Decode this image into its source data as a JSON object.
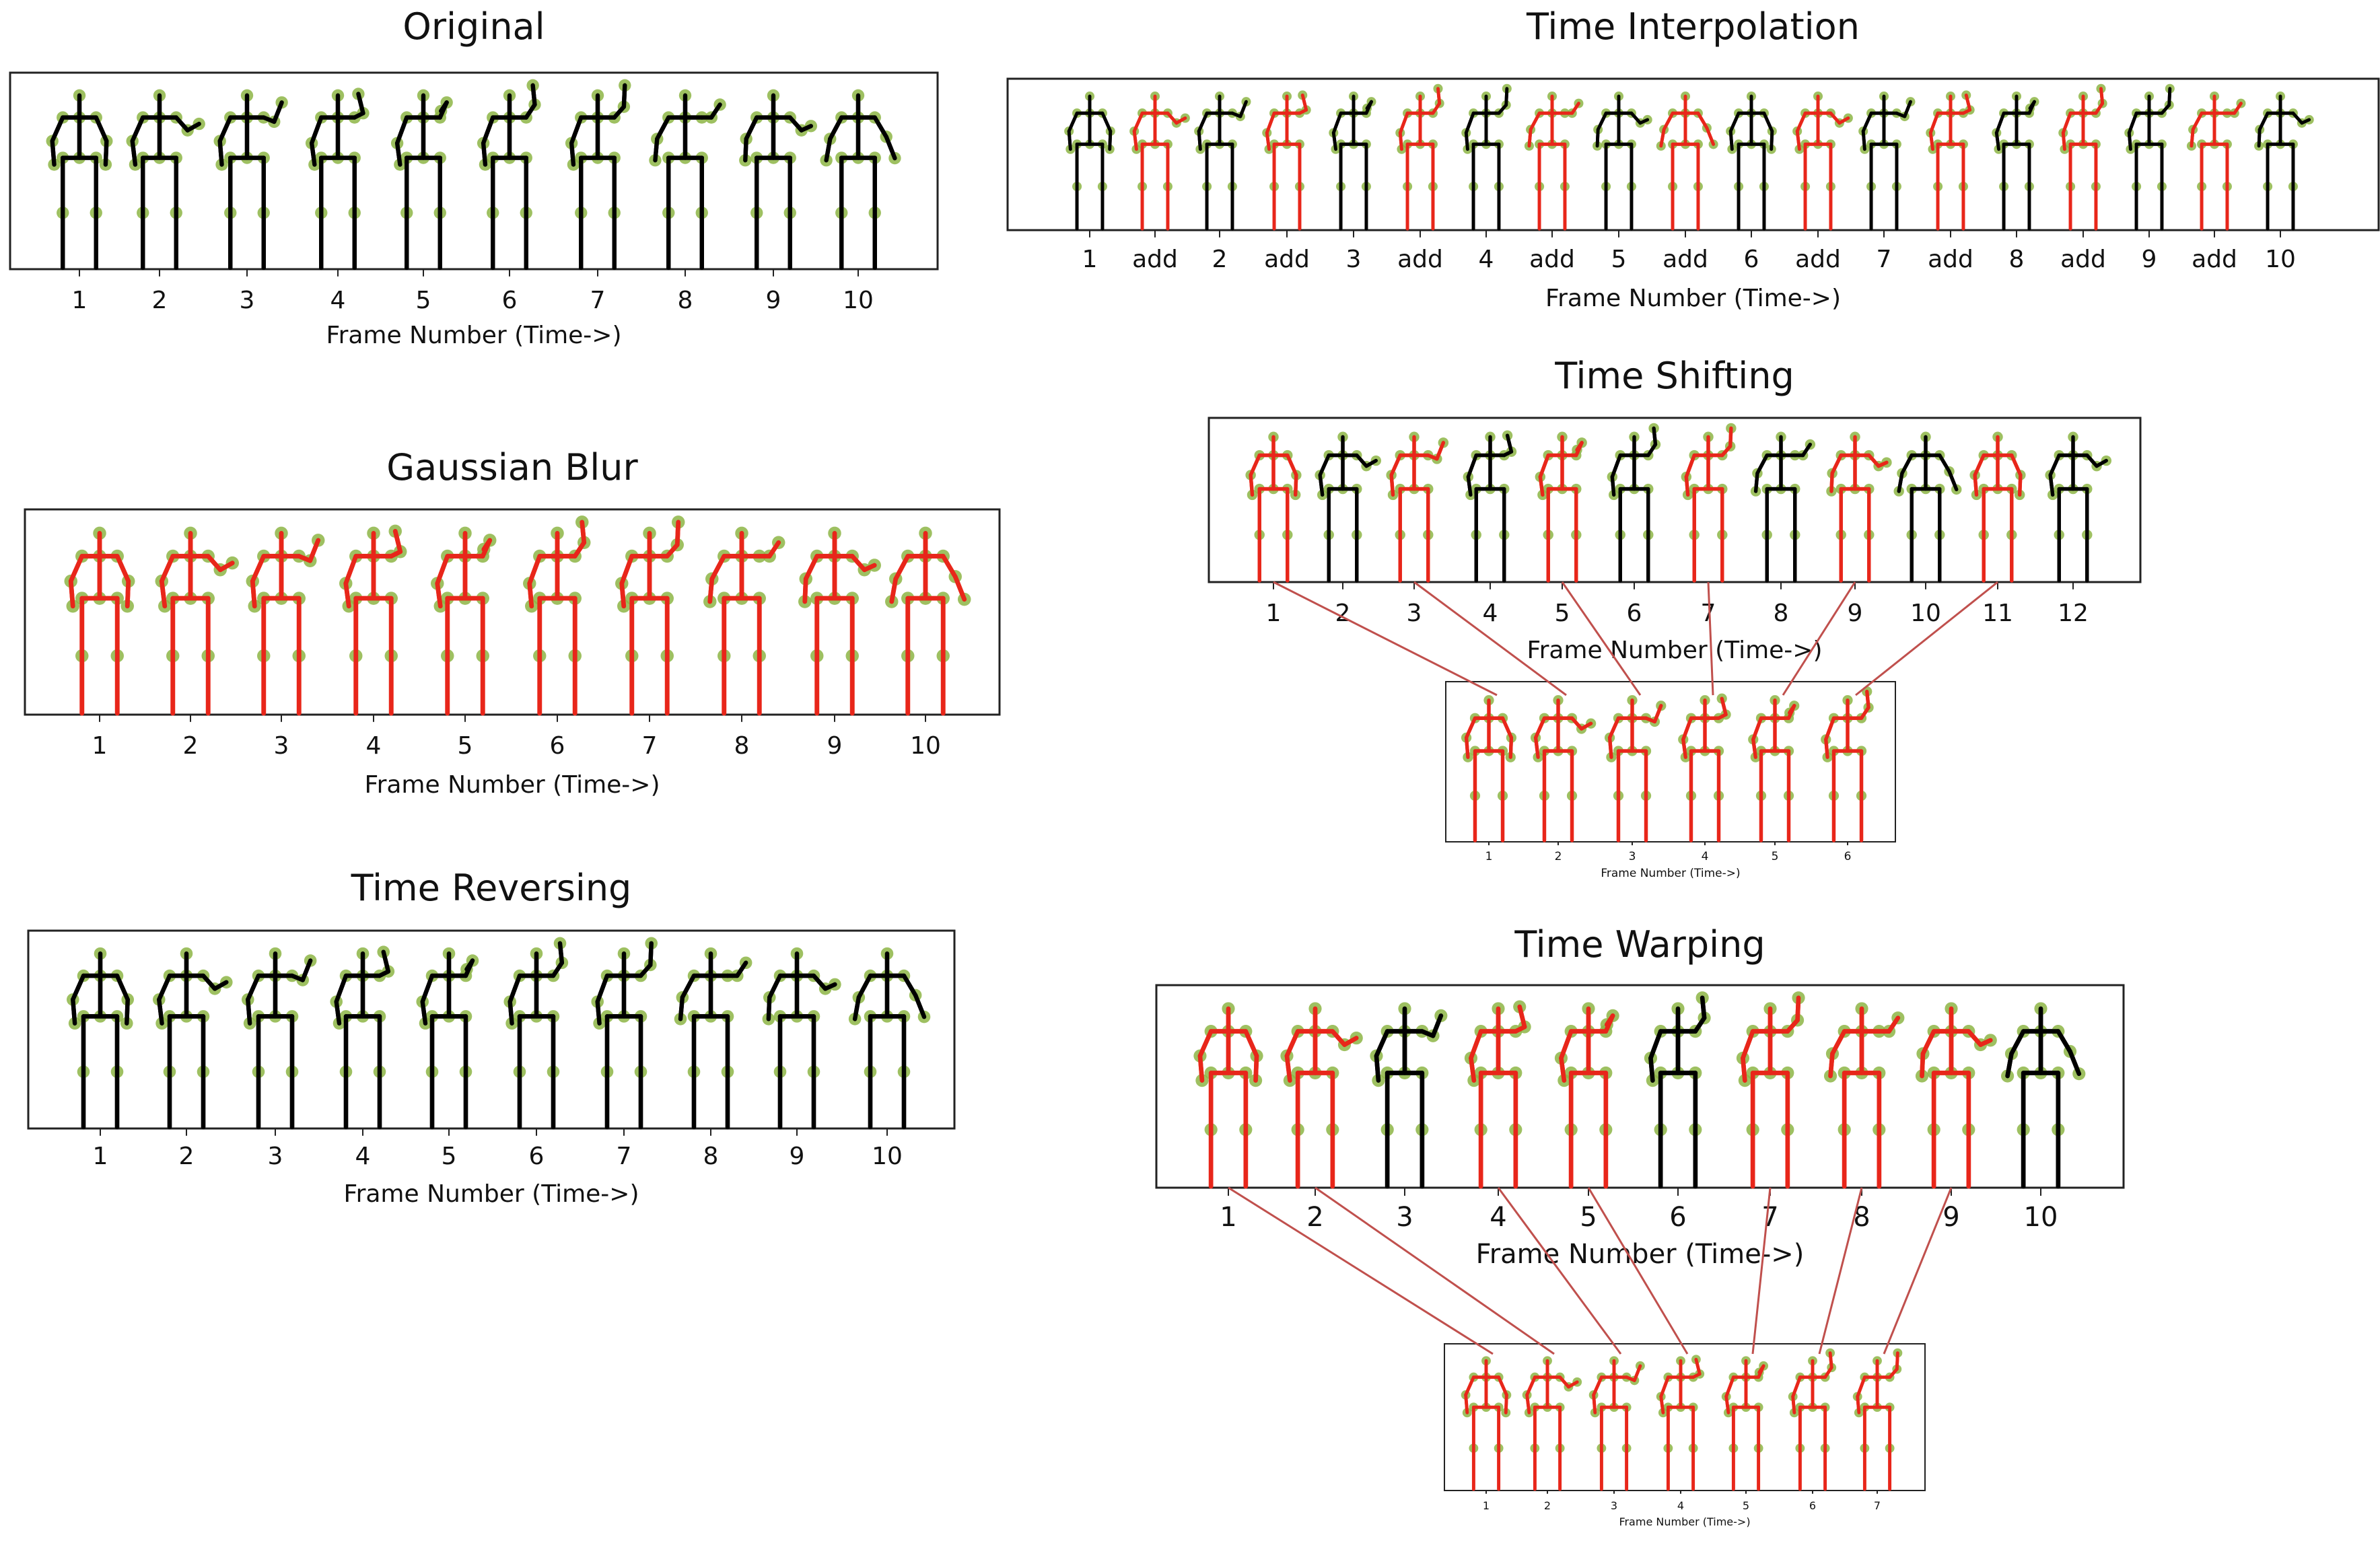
{
  "axis_label": "Frame Number (Time->)",
  "joint_color": "#8db545",
  "original_color": "#000000",
  "augmented_color": "#e8261a",
  "connector_color": "#c0504d",
  "panels": [
    {
      "id": "original",
      "title": "Original",
      "ticks": [
        "1",
        "2",
        "3",
        "4",
        "5",
        "6",
        "7",
        "8",
        "9",
        "10"
      ],
      "colors": [
        "k",
        "k",
        "k",
        "k",
        "k",
        "k",
        "k",
        "k",
        "k",
        "k"
      ]
    },
    {
      "id": "gaussian-blur",
      "title": "Gaussian Blur",
      "ticks": [
        "1",
        "2",
        "3",
        "4",
        "5",
        "6",
        "7",
        "8",
        "9",
        "10"
      ],
      "colors": [
        "r",
        "r",
        "r",
        "r",
        "r",
        "r",
        "r",
        "r",
        "r",
        "r"
      ]
    },
    {
      "id": "time-reversing",
      "title": "Time Reversing",
      "ticks": [
        "1",
        "2",
        "3",
        "4",
        "5",
        "6",
        "7",
        "8",
        "9",
        "10"
      ],
      "colors": [
        "k",
        "k",
        "k",
        "k",
        "k",
        "k",
        "k",
        "k",
        "k",
        "k"
      ]
    },
    {
      "id": "time-interpolation",
      "title": "Time Interpolation",
      "ticks": [
        "1",
        "add",
        "2",
        "add",
        "3",
        "add",
        "4",
        "add",
        "5",
        "add",
        "6",
        "add",
        "7",
        "add",
        "8",
        "add",
        "9",
        "add",
        "10"
      ],
      "colors": [
        "k",
        "r",
        "k",
        "r",
        "k",
        "r",
        "k",
        "r",
        "k",
        "r",
        "k",
        "r",
        "k",
        "r",
        "k",
        "r",
        "k",
        "r",
        "k"
      ]
    },
    {
      "id": "time-shifting",
      "title": "Time Shifting",
      "ticks": [
        "1",
        "2",
        "3",
        "4",
        "5",
        "6",
        "7",
        "8",
        "9",
        "10",
        "11",
        "12"
      ],
      "colors": [
        "r",
        "k",
        "r",
        "k",
        "r",
        "k",
        "r",
        "k",
        "r",
        "k",
        "r",
        "k"
      ]
    },
    {
      "id": "time-warping",
      "title": "Time Warping",
      "ticks": [
        "1",
        "2",
        "3",
        "4",
        "5",
        "6",
        "7",
        "8",
        "9",
        "10"
      ],
      "colors": [
        "r",
        "r",
        "k",
        "r",
        "r",
        "k",
        "r",
        "r",
        "r",
        "k"
      ]
    },
    {
      "id": "shifting-result",
      "title": "",
      "ticks": [
        "1",
        "2",
        "3",
        "4",
        "5",
        "6"
      ],
      "colors": [
        "r",
        "r",
        "r",
        "r",
        "r",
        "r"
      ]
    },
    {
      "id": "warping-result",
      "title": "",
      "ticks": [
        "1",
        "2",
        "3",
        "4",
        "5",
        "6",
        "7"
      ],
      "colors": [
        "r",
        "r",
        "r",
        "r",
        "r",
        "r",
        "r"
      ]
    }
  ]
}
